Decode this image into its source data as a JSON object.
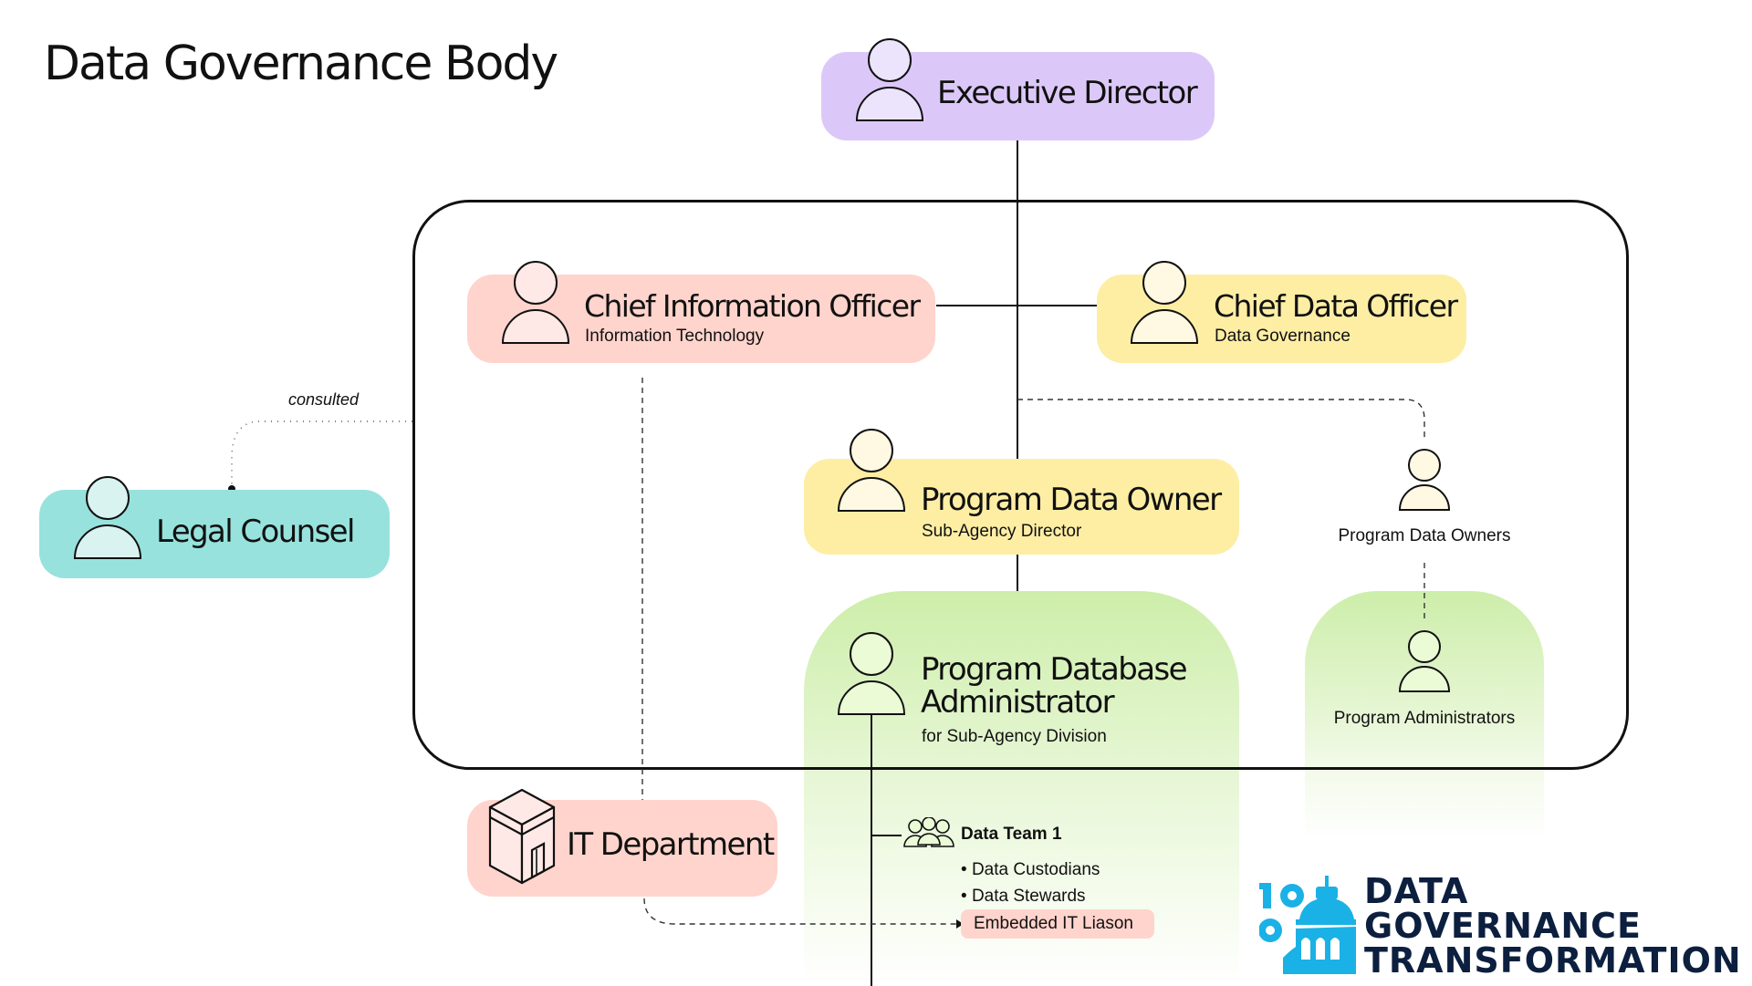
{
  "page": {
    "title": "Data Governance Body"
  },
  "colors": {
    "executive": "#dcc8f8",
    "it_pink": "#ffd4cc",
    "data_yellow": "#fdeea4",
    "legal_teal": "#97e2dd",
    "program_green": "#cdeeaa",
    "logo_blue": "#1ab1e6",
    "logo_navy": "#0c1f3f"
  },
  "nodes": {
    "executive_director": {
      "title": "Executive Director",
      "icon": "person-icon"
    },
    "cio": {
      "title": "Chief Information Officer",
      "subtitle": "Information Technology",
      "icon": "person-icon"
    },
    "cdo": {
      "title": "Chief Data Officer",
      "subtitle": "Data Governance",
      "icon": "person-icon"
    },
    "legal_counsel": {
      "title": "Legal Counsel",
      "icon": "person-icon",
      "relation_label": "consulted"
    },
    "program_data_owner": {
      "title": "Program Data Owner",
      "subtitle": "Sub-Agency Director",
      "icon": "person-icon"
    },
    "program_data_owners": {
      "label": "Program Data Owners",
      "icon": "person-icon"
    },
    "program_db_admin": {
      "title_line1": "Program Database",
      "title_line2": "Administrator",
      "subtitle": "for Sub-Agency Division",
      "icon": "person-icon"
    },
    "program_administrators": {
      "label": "Program Administrators",
      "icon": "person-icon"
    },
    "it_department": {
      "title": "IT Department",
      "icon": "building-icon"
    },
    "data_team": {
      "title": "Data Team 1",
      "icon": "group-icon",
      "members": [
        "Data Custodians",
        "Data Stewards"
      ],
      "highlighted_member": "Embedded IT Liason"
    }
  },
  "logo": {
    "line1": "DATA",
    "line2": "GOVERNANCE",
    "line3": "TRANSFORMATION",
    "icon": "capitol-dome-icon"
  }
}
